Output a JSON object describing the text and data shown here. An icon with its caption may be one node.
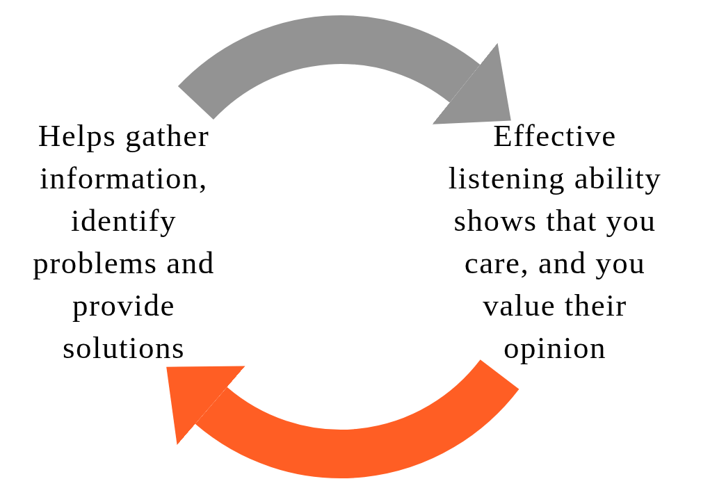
{
  "diagram": {
    "nodes": [
      {
        "text": [
          "Helps gather information, identify problems and provide solutions"
        ]
      },
      {
        "text": [
          "Effective listening ability shows that you care, and you value their opinion"
        ]
      }
    ],
    "edges": [
      {
        "from": 0,
        "to": 1,
        "arrow": "to",
        "color": "#939393"
      },
      {
        "from": 1,
        "to": 0,
        "arrow": "to",
        "color": "#ff5e24"
      }
    ]
  }
}
